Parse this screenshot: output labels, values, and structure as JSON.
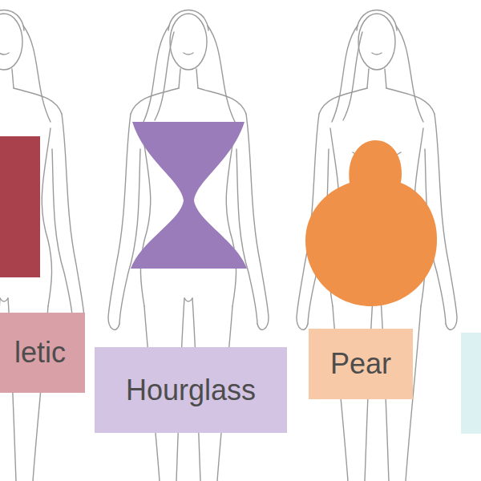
{
  "diagram": {
    "nodes": [
      {
        "text": [
          "letic"
        ]
      },
      {
        "text": [
          "Hourglass"
        ]
      },
      {
        "text": [
          "Pear"
        ]
      }
    ]
  }
}
